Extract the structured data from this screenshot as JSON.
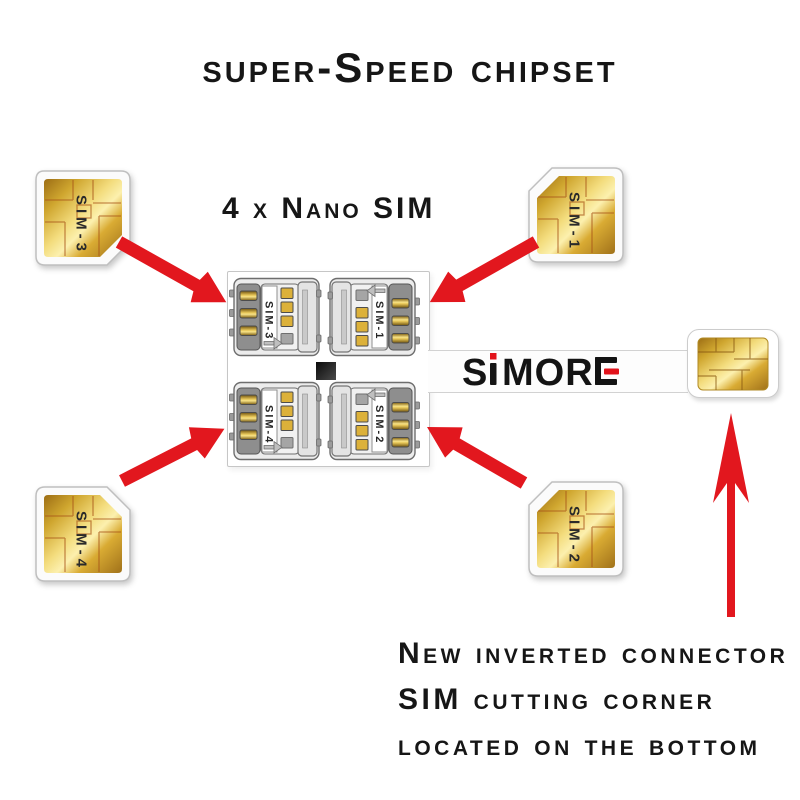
{
  "title": "super-Speed chipset",
  "subtitle": "4 x Nano SIM",
  "logo": {
    "full_text": "SiMORE",
    "part_s": "S",
    "part_i": "i",
    "part_mor": "MOR",
    "part_e": "E",
    "accent_color": "#e2131b",
    "text_color": "#141414"
  },
  "sim_cards": [
    {
      "label": "SIM-3",
      "position": "top-left",
      "cut_corner": "bottom-right"
    },
    {
      "label": "SIM-1",
      "position": "top-right",
      "cut_corner": "top-left"
    },
    {
      "label": "SIM-4",
      "position": "bottom-left",
      "cut_corner": "top-right"
    },
    {
      "label": "SIM-2",
      "position": "bottom-right",
      "cut_corner": "top-left"
    }
  ],
  "chipset": {
    "slots": [
      {
        "label": "SIM-3",
        "position": "top-left"
      },
      {
        "label": "SIM-1",
        "position": "top-right"
      },
      {
        "label": "SIM-4",
        "position": "bottom-left"
      },
      {
        "label": "SIM-2",
        "position": "bottom-right"
      }
    ]
  },
  "caption": {
    "line1": "New inverted connector",
    "line2": "SIM cutting corner",
    "line3": "located on the bottom"
  },
  "colors": {
    "arrow_red": "#e2171e",
    "text": "#1b1b1b",
    "gold_mid": "#d9ae3e",
    "board_border": "#c6c6c6"
  }
}
